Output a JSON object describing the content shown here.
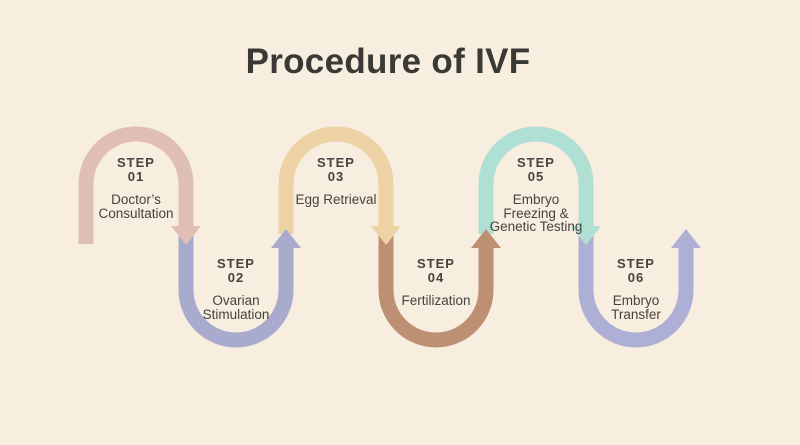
{
  "page": {
    "title": "Procedure of IVF",
    "background_color": "#f7eedf",
    "title_color": "#3b3935",
    "text_color": "#45433f"
  },
  "steps": [
    {
      "label": "STEP",
      "number": "01",
      "name": "Doctor’s\nConsultation",
      "color": "#dfbfb5",
      "shape": "arch",
      "arrow": "down"
    },
    {
      "label": "STEP",
      "number": "02",
      "name": "Ovarian\nStimulation",
      "color": "#a8abce",
      "shape": "u-turn",
      "arrow": "up"
    },
    {
      "label": "STEP",
      "number": "03",
      "name": "Egg Retrieval",
      "color": "#ecd2a4",
      "shape": "arch",
      "arrow": "down"
    },
    {
      "label": "STEP",
      "number": "04",
      "name": "Fertilization",
      "color": "#bd8f73",
      "shape": "u-turn",
      "arrow": "up"
    },
    {
      "label": "STEP",
      "number": "05",
      "name": "Embryo\nFreezing &\nGenetic Testing",
      "color": "#b0e0d3",
      "shape": "arch",
      "arrow": "down"
    },
    {
      "label": "STEP",
      "number": "06",
      "name": "Embryo\nTransfer",
      "color": "#adafd4",
      "shape": "u-turn",
      "arrow": "up"
    }
  ]
}
